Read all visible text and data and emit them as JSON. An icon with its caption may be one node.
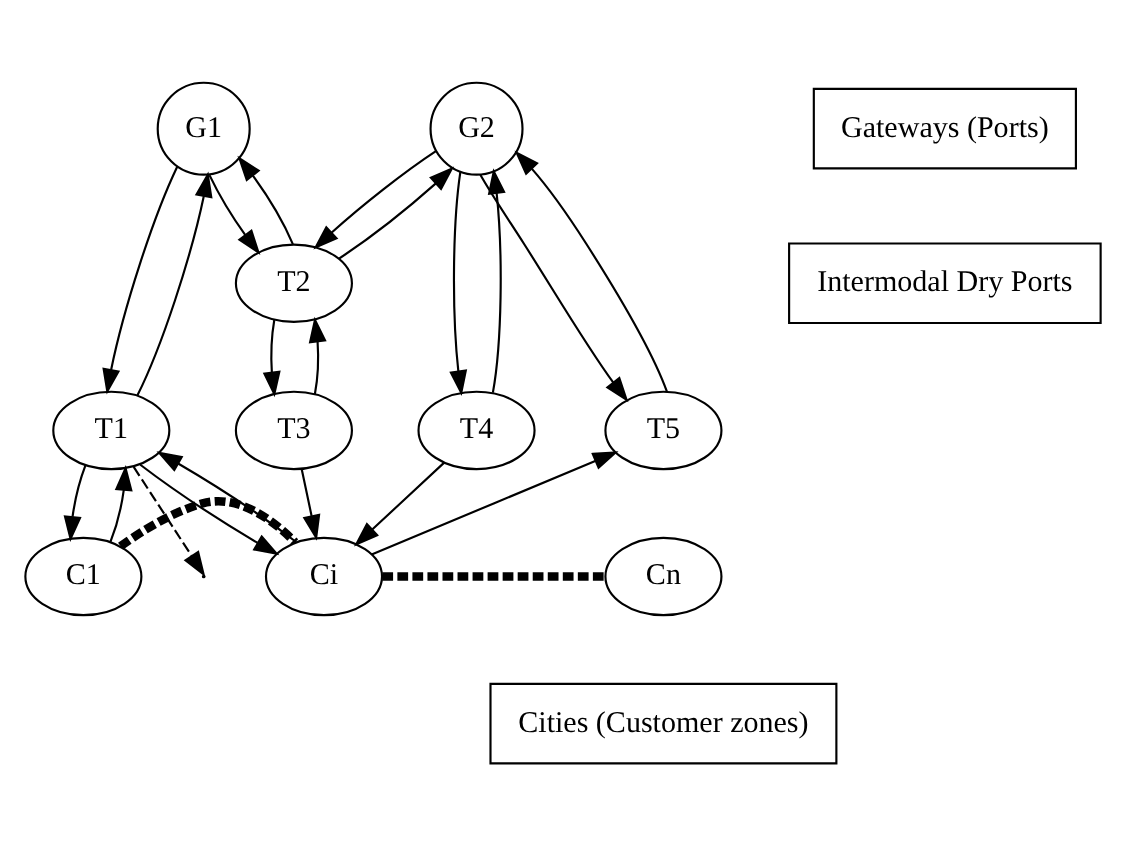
{
  "diagram": {
    "nodes": [
      {
        "text": [
          "G1"
        ]
      },
      {
        "text": [
          "G2"
        ]
      },
      {
        "text": [
          "Gateways (Ports)"
        ]
      },
      {
        "text": [
          "T2"
        ]
      },
      {
        "text": [
          "Intermodal Dry Ports"
        ]
      },
      {
        "text": [
          "T1"
        ]
      },
      {
        "text": [
          "T3"
        ]
      },
      {
        "text": [
          "T4"
        ]
      },
      {
        "text": [
          "T5"
        ]
      },
      {
        "text": [
          "C1"
        ]
      },
      {
        "text": [
          "Ci"
        ]
      },
      {
        "text": [
          "Cn"
        ]
      },
      {
        "text": [
          "Cities (Customer zones)"
        ]
      }
    ],
    "edges": [
      {
        "from": 0,
        "to": 5,
        "arrow": "to"
      },
      {
        "from": 5,
        "to": 0,
        "arrow": "to"
      },
      {
        "from": 0,
        "to": 3,
        "arrow": "to"
      },
      {
        "from": 3,
        "to": 0,
        "arrow": "to"
      },
      {
        "from": 3,
        "to": 1,
        "arrow": "to"
      },
      {
        "from": 1,
        "to": 3,
        "arrow": "to"
      },
      {
        "from": 1,
        "to": 7,
        "arrow": "to"
      },
      {
        "from": 7,
        "to": 1,
        "arrow": "to"
      },
      {
        "from": 1,
        "to": 8,
        "arrow": "to"
      },
      {
        "from": 8,
        "to": 1,
        "arrow": "to"
      },
      {
        "from": 6,
        "to": 3,
        "arrow": "to"
      },
      {
        "from": 3,
        "to": 6,
        "arrow": "to"
      },
      {
        "from": 5,
        "to": 9,
        "arrow": "to"
      },
      {
        "from": 9,
        "to": 5,
        "arrow": "to"
      },
      {
        "from": 5,
        "to": null,
        "arrow": "to",
        "style": "dashed"
      },
      {
        "from": 5,
        "to": 10,
        "arrow": "to"
      },
      {
        "from": 10,
        "to": 5,
        "arrow": "to"
      },
      {
        "from": 6,
        "to": 10,
        "arrow": "to"
      },
      {
        "from": 7,
        "to": 10,
        "arrow": "to"
      },
      {
        "from": 10,
        "to": 8,
        "arrow": "to"
      },
      {
        "from": 9,
        "to": 10,
        "arrow": "none",
        "style": "dashed"
      },
      {
        "from": 10,
        "to": 11,
        "arrow": "none",
        "style": "dashed"
      }
    ]
  }
}
